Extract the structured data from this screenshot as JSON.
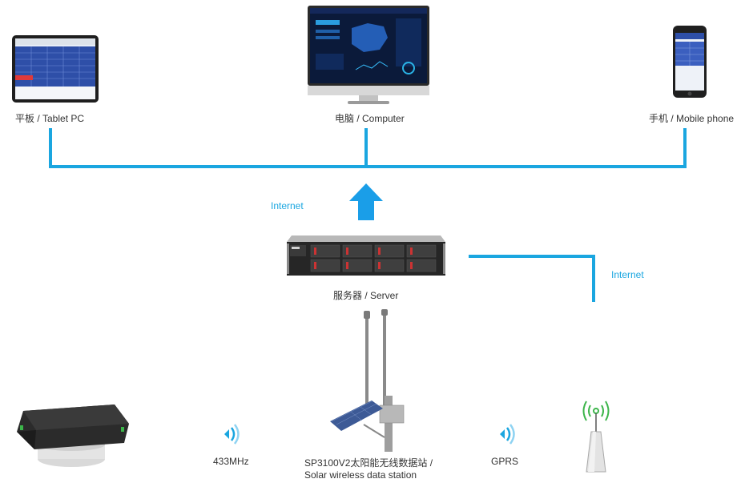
{
  "devices": {
    "tablet": {
      "label": "平板 / Tablet PC"
    },
    "computer": {
      "label": "电脑 / Computer"
    },
    "mobile": {
      "label": "手机 / Mobile phone"
    },
    "server": {
      "label": "服务器 / Server"
    },
    "station": {
      "label_line1": "SP3100V2太阳能无线数据站  /",
      "label_line2": "Solar wireless data station"
    }
  },
  "links": {
    "internet_left": "Internet",
    "internet_right": "Internet",
    "radio_433": "433MHz",
    "gprs": "GPRS"
  },
  "colors": {
    "link_blue": "#1aa6e0",
    "arrow_blue": "#1a9ee8",
    "signal_green": "#3cb54a"
  }
}
